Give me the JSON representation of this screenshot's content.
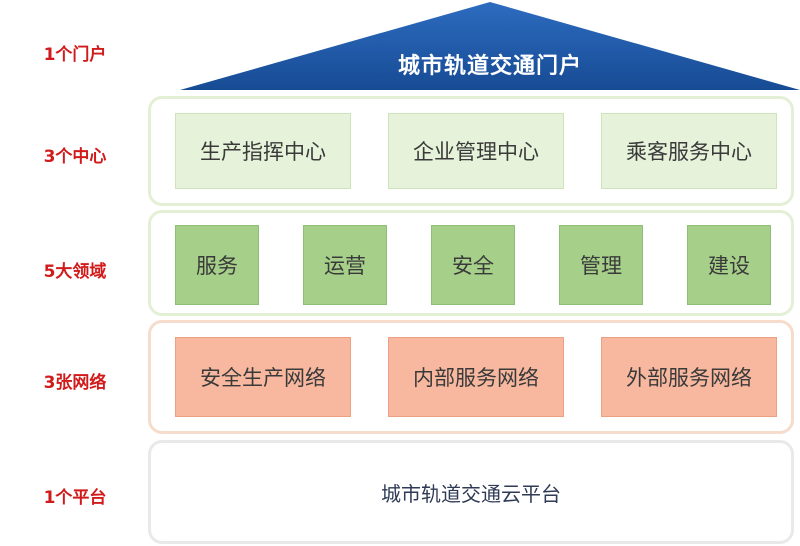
{
  "layers": {
    "portal_label": "1个门户",
    "center_label": "3个中心",
    "field_label": "5大领域",
    "network_label": "3张网络",
    "platform_label": "1个平台"
  },
  "portal": {
    "title": "城市轨道交通门户",
    "color": "#1f5aa8"
  },
  "centers": [
    "生产指挥中心",
    "企业管理中心",
    "乘客服务中心"
  ],
  "fields": [
    "服务",
    "运营",
    "安全",
    "管理",
    "建设"
  ],
  "networks": [
    "安全生产网络",
    "内部服务网络",
    "外部服务网络"
  ],
  "platform": {
    "title": "城市轨道交通云平台"
  }
}
